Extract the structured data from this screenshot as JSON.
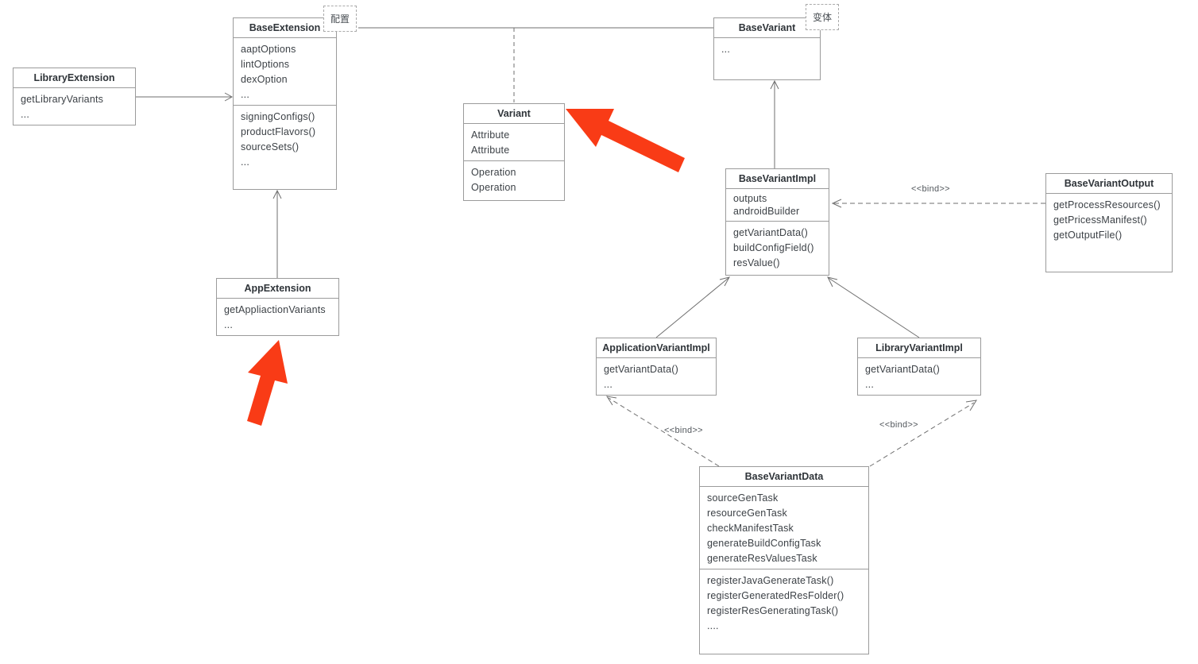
{
  "classes": {
    "library_extension": {
      "title": "LibraryExtension",
      "members": [
        "getLibraryVariants",
        "..."
      ]
    },
    "base_extension": {
      "title": "BaseExtension",
      "attributes": [
        "aaptOptions",
        "lintOptions",
        "dexOption",
        "..."
      ],
      "methods": [
        "signingConfigs()",
        "productFlavors()",
        "sourceSets()",
        "..."
      ]
    },
    "base_variant": {
      "title": "BaseVariant",
      "members": [
        "..."
      ]
    },
    "variant": {
      "title": "Variant",
      "attributes": [
        "Attribute",
        "Attribute"
      ],
      "operations": [
        "Operation",
        "Operation"
      ]
    },
    "base_variant_impl": {
      "title": "BaseVariantImpl",
      "attributes": [
        "outputs",
        "androidBuilder"
      ],
      "methods": [
        "getVariantData()",
        "buildConfigField()",
        "resValue()"
      ]
    },
    "base_variant_output": {
      "title": "BaseVariantOutput",
      "methods": [
        "getProcessResources()",
        "getPricessManifest()",
        "getOutputFile()"
      ]
    },
    "app_extension": {
      "title": "AppExtension",
      "members": [
        "getAppliactionVariants",
        "..."
      ]
    },
    "application_variant_impl": {
      "title": "ApplicationVariantImpl",
      "members": [
        "getVariantData()",
        "..."
      ]
    },
    "library_variant_impl": {
      "title": "LibraryVariantImpl",
      "members": [
        "getVariantData()",
        "..."
      ]
    },
    "base_variant_data": {
      "title": "BaseVariantData",
      "attributes": [
        "sourceGenTask",
        "resourceGenTask",
        "checkManifestTask",
        "generateBuildConfigTask",
        "generateResValuesTask"
      ],
      "methods": [
        "registerJavaGenerateTask()",
        "registerGeneratedResFolder()",
        "registerResGeneratingTask()",
        "...."
      ]
    }
  },
  "annotations": {
    "config_note": "配置",
    "variant_note": "变体",
    "bind_label": "<<bind>>"
  },
  "colors": {
    "highlight_arrow": "#f93b16",
    "box_border": "#9b9b9b",
    "connector": "#6f6f6f"
  }
}
